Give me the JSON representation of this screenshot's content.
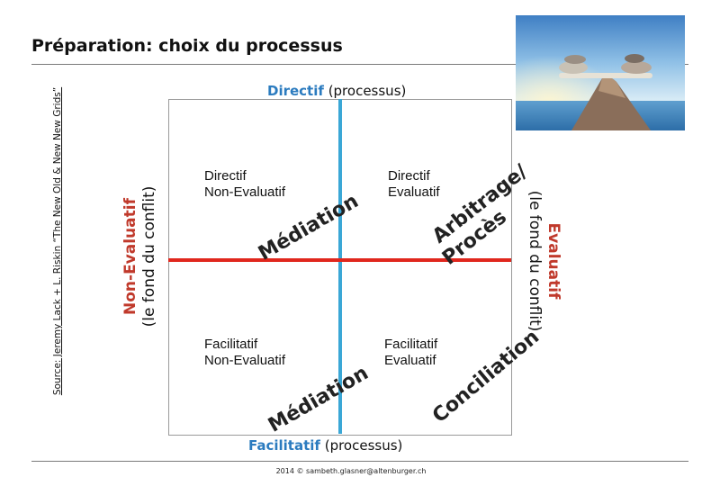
{
  "title": "Préparation: choix du processus",
  "source_note": "Source: Jeremy Lack + L. Riskin “The New Old & New New Grids”",
  "left_axis": {
    "line1": "Non-Evaluatif",
    "line2": "(le fond du conflit)"
  },
  "right_axis": {
    "line1": "Evaluatif",
    "line2": "(le fond du conflit)"
  },
  "top_axis": {
    "bold": "Directif",
    "rest": "(processus)"
  },
  "bottom_axis": {
    "bold": "Facilitatif",
    "rest": "(processus)"
  },
  "quadrants": {
    "top_left": {
      "line1": "Directif",
      "line2": "Non-Evaluatif",
      "diagonal": "Médiation"
    },
    "top_right": {
      "line1": "Directif",
      "line2": "Evaluatif",
      "diagonal1": "Arbitrage/",
      "diagonal2": "Procès"
    },
    "bottom_left": {
      "line1": "Facilitatif",
      "line2": "Non-Evaluatif",
      "diagonal": "Médiation"
    },
    "bottom_right": {
      "line1": "Facilitatif",
      "line2": "Evaluatif",
      "diagonal": "Conciliation"
    }
  },
  "footer": "2014 © sambeth.glasner@altenburger.ch",
  "colors": {
    "directif": "#2b7bbf",
    "evaluatif": "#c0392b",
    "facilitatif": "#2b7bbf",
    "v_axis": "#3aa7d6",
    "h_axis": "#e0271d"
  },
  "photo": "balanced-stones-image"
}
